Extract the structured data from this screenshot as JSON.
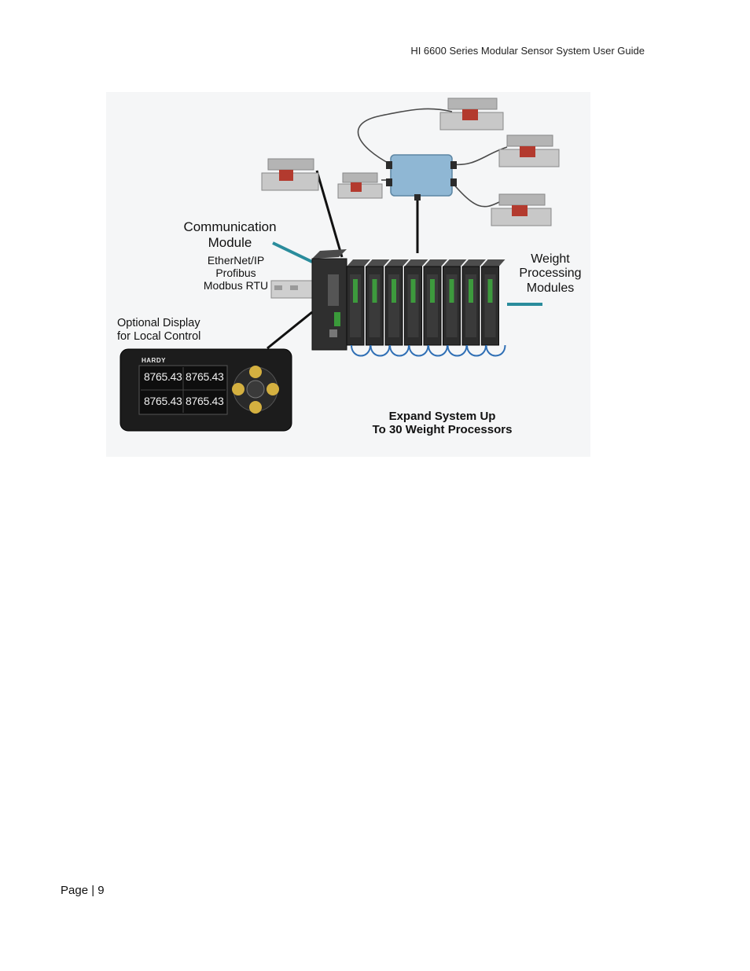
{
  "header": {
    "running_title": "HI 6600 Series Modular Sensor System User Guide"
  },
  "figure": {
    "labels": {
      "communication_module": [
        "Communication",
        "Module"
      ],
      "protocols": [
        "EtherNet/IP",
        "Profibus",
        "Modbus RTU"
      ],
      "weight_processing_modules": [
        "Weight",
        "Processing",
        "Modules"
      ],
      "optional_display": [
        "Optional Display",
        "for Local Control"
      ],
      "expand_system": [
        "Expand System Up",
        "To 30 Weight Processors"
      ]
    },
    "display_panel": {
      "brand": "HARDY",
      "readouts": [
        "8765.43",
        "8765.43",
        "8765.43",
        "8765.43"
      ]
    },
    "weight_module_count": 8
  },
  "footer": {
    "page_label": "Page | 9"
  }
}
